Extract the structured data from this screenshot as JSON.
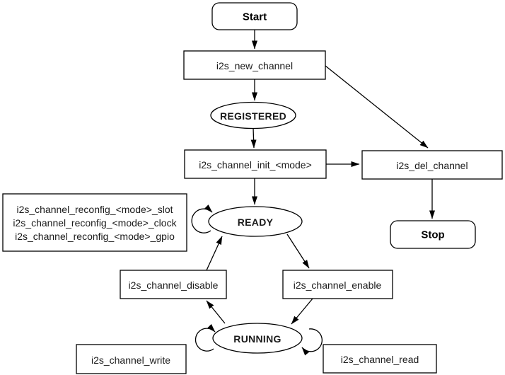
{
  "colors": {
    "state_text": "#1366d2",
    "stroke": "#000000",
    "node_fill": "#ffffff",
    "background": "#ffffff"
  },
  "nodes": {
    "start": {
      "label": "Start"
    },
    "new_channel": {
      "label": "i2s_new_channel"
    },
    "registered": {
      "label": "REGISTERED"
    },
    "init": {
      "label": "i2s_channel_init_<mode>"
    },
    "del_channel": {
      "label": "i2s_del_channel"
    },
    "stop": {
      "label": "Stop"
    },
    "reconfig": {
      "lines": [
        "i2s_channel_reconfig_<mode>_slot",
        "i2s_channel_reconfig_<mode>_clock",
        "i2s_channel_reconfig_<mode>_gpio"
      ]
    },
    "ready": {
      "label": "READY"
    },
    "disable": {
      "label": "i2s_channel_disable"
    },
    "enable": {
      "label": "i2s_channel_enable"
    },
    "running": {
      "label": "RUNNING"
    },
    "write": {
      "label": "i2s_channel_write"
    },
    "read": {
      "label": "i2s_channel_read"
    }
  }
}
